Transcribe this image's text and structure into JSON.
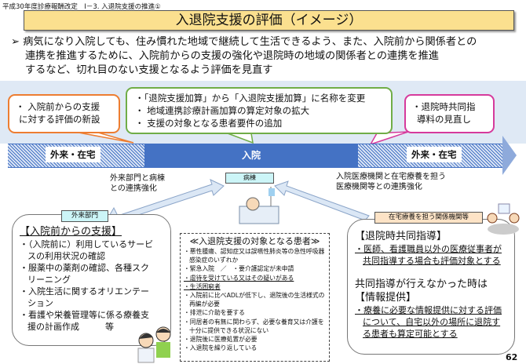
{
  "breadcrumb": "平成30年度診療報酬改定　Ⅰ－3. 入退院支援の推進①",
  "title": "入退院支援の評価（イメージ）",
  "summary": [
    "病気になり入院しても、住み慣れた地域で継続して生活できるよう、また、入院前から関係者との",
    "連携を推進するために、入院前からの支援の強化や退院時の地域の関係者との連携を推進",
    "するなど、切れ目のない支援となるよう評価を見直す"
  ],
  "callouts": {
    "left": [
      "・ 入院前からの支援",
      "に対する評価の新設"
    ],
    "center": [
      "・「退院支援加算」から「入退院支援加算」に名称を変更",
      "・ 地域連携診療計画加算の算定対象の拡大",
      "・ 支援の対象となる患者要件の追加"
    ],
    "right": [
      "・退院時共同指",
      "導料の見直し"
    ]
  },
  "timeline": {
    "left": "外来・在宅",
    "middle": "入院",
    "right": "外来・在宅"
  },
  "notes": {
    "left": [
      "外来部門と病棟",
      "との連携強化"
    ],
    "right": [
      "入院医療機関と在宅療養を担う",
      "医療機関等との連携強化"
    ],
    "ward": "病棟"
  },
  "outpatient": {
    "tag": "外来部門",
    "heading": "【入院前からの支援】",
    "items": [
      "・（入院前に）利用しているサービスの利用状況の確認",
      "・服薬中の薬剤の確認、各種スクリーニング",
      "・入院生活に関するオリエンテーション",
      "・看護や栄養管理等に係る療養支援の計画作成　　　等"
    ]
  },
  "patients": {
    "heading": "≪入退院支援の対象となる患者≫",
    "items": [
      "・悪性腫瘍、認知症又は誤嚥性肺炎等の急性呼吸器感染症のいずれか",
      "・緊急入院　／　・要介護認定が未申請",
      "・虐待を受けている又はその疑いがある",
      "・生活困窮者",
      "・入院前に比べADLが低下し、退院後の生活様式の再編が必要",
      "・排泄に介助を要する",
      "・同居者の有無に関わらず、必要な養育又は介護を十分に提供できる状況にない",
      "・退院後に医療処置が必要",
      "・入退院を繰り返している"
    ]
  },
  "home_care": {
    "tag": "在宅療養を担う関係機関等",
    "heading1": "【退院時共同指導】",
    "item1": "・医師、看護職員以外の医療従事者が共同指導する場合も評価対象とする",
    "sub": "共同指導が行えなかった時は",
    "heading2": "【情報提供】",
    "item2": "・療養に必要な情報提供に対する評価について、自宅以外の場所に退院する患者も算定可能とする"
  },
  "page_number": "62"
}
